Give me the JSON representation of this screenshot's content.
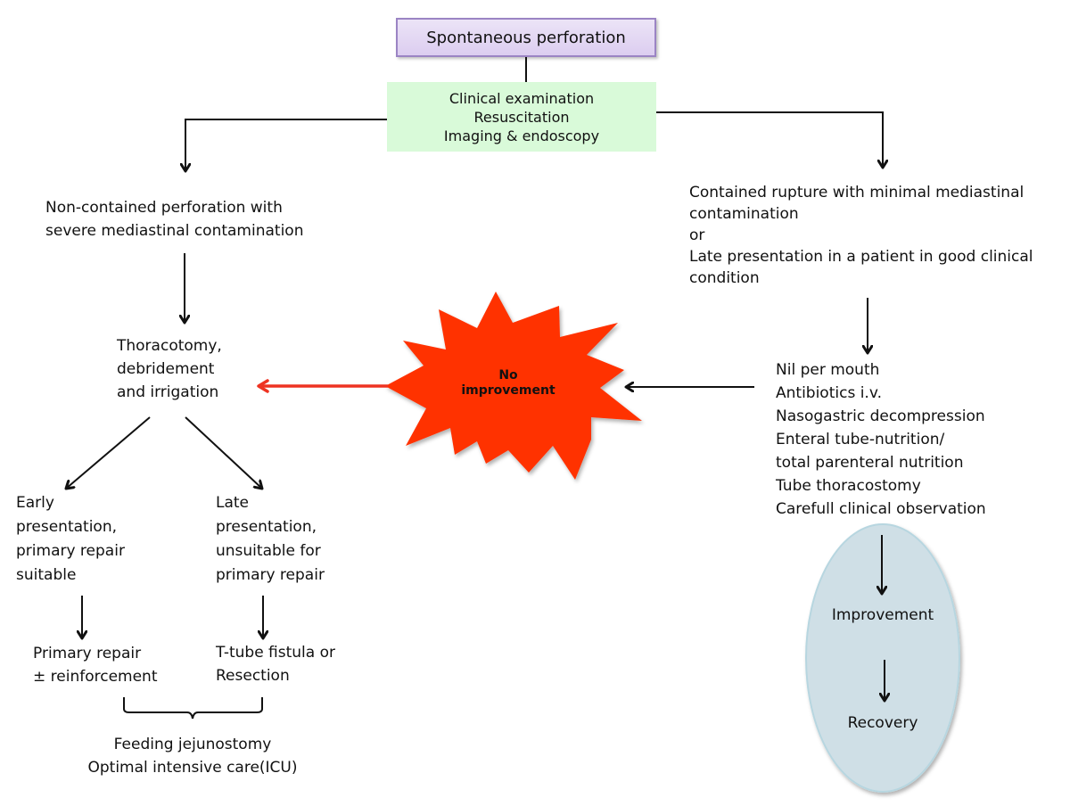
{
  "title": "Management of spontaneous oesophageal perforation",
  "colors": {
    "start_box_fill": "#e4d9f4",
    "start_box_border": "#9b84c4",
    "assessment_box_fill": "#d9fad9",
    "burst_fill": "#ff3300",
    "red_arrow": "#ee3322",
    "ellipse_fill": "#cfdfe6",
    "ellipse_border": "#b7d6e0",
    "line": "#111111"
  },
  "nodes": {
    "start": {
      "text": "Spontaneous perforation"
    },
    "assessment": {
      "lines": [
        "Clinical examination",
        "Resuscitation",
        "Imaging & endoscopy"
      ]
    },
    "non_contained": {
      "lines": [
        "Non-contained perforation with",
        "severe mediastinal contamination"
      ]
    },
    "contained": {
      "lines": [
        "Contained rupture with minimal mediastinal",
        "contamination",
        "or",
        "Late presentation in a patient  in good clinical",
        "condition"
      ]
    },
    "thoracotomy": {
      "lines": [
        "Thoracotomy,",
        "debridement",
        "and irrigation"
      ]
    },
    "no_improvement": {
      "lines": [
        "No",
        "improvement"
      ]
    },
    "conservative": {
      "lines": [
        "Nil per mouth",
        "Antibiotics i.v.",
        "Nasogastric decompression",
        "Enteral tube-nutrition/",
        "total parenteral nutrition",
        "Tube thoracostomy",
        "Carefull clinical observation"
      ]
    },
    "early": {
      "lines": [
        "Early",
        "presentation,",
        "primary repair",
        "suitable"
      ]
    },
    "late": {
      "lines": [
        "Late",
        "presentation,",
        "unsuitable for",
        "primary repair"
      ]
    },
    "primary_repair": {
      "lines": [
        "Primary repair",
        "± reinforcement"
      ]
    },
    "t_tube": {
      "lines": [
        "T-tube fistula or",
        "Resection"
      ]
    },
    "aftercare": {
      "lines": [
        "Feeding jejunostomy",
        "Optimal intensive care(ICU)"
      ]
    },
    "improvement": {
      "text": "Improvement"
    },
    "recovery": {
      "text": "Recovery"
    }
  }
}
